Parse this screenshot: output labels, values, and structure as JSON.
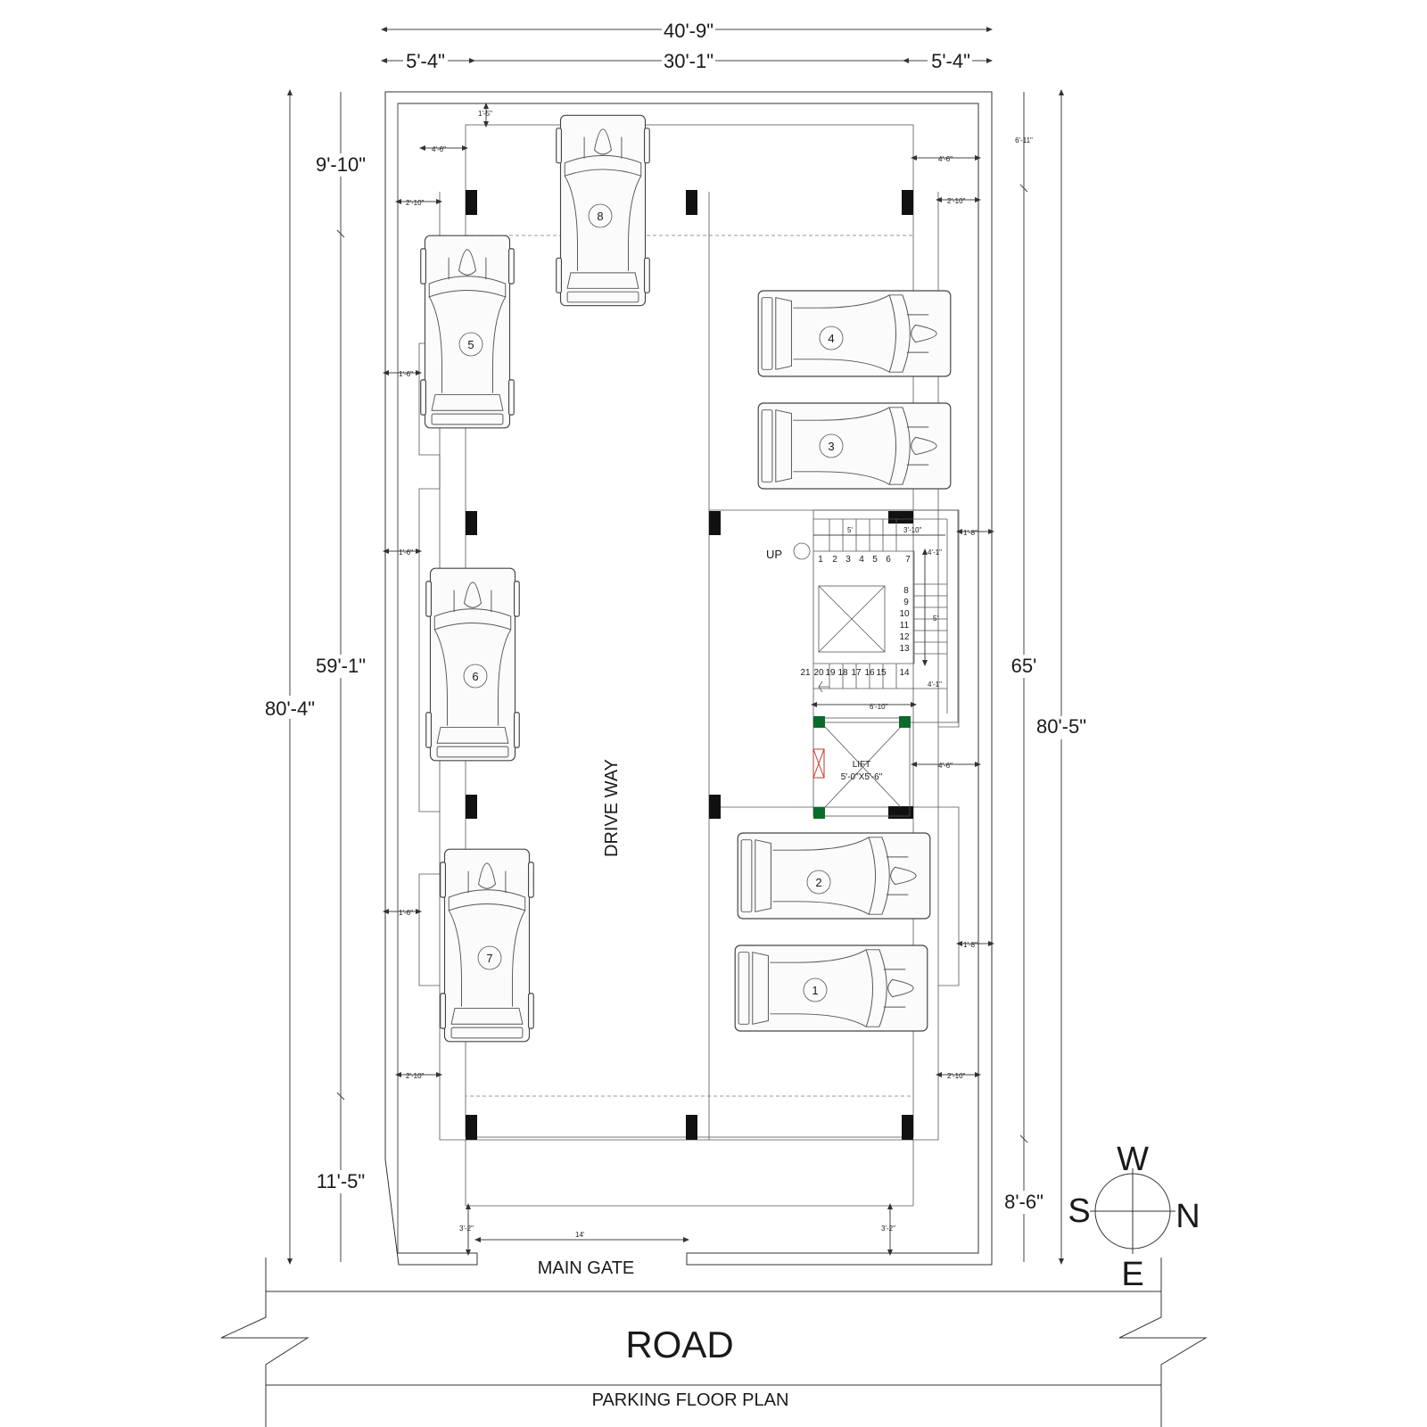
{
  "title": "PARKING FLOOR PLAN",
  "road": "ROAD",
  "main_gate": "MAIN GATE",
  "drive_way": "DRIVE WAY",
  "up": "UP",
  "lift": {
    "line1": "LIFT",
    "line2": "5'-0\"X5'-6\""
  },
  "dimensions": {
    "top_total": "40'-9\"",
    "top_left": "5'-4\"",
    "top_mid": "30'-1\"",
    "top_right": "5'-4\"",
    "left_top": "9'-10\"",
    "left_mid": "59'-1\"",
    "left_total": "80'-4\"",
    "left_bottom": "11'-5\"",
    "right_mid": "65'",
    "right_total": "80'-5\"",
    "right_bottom": "8'-6\"",
    "gate_width": "14'"
  },
  "small_dims": {
    "d1_5": "1'-5\"",
    "d4_6": "4'-6\"",
    "d6_11": "6'-11\"",
    "d2_10": "2'-10\"",
    "d1_6": "1'-6\"",
    "d1_8": "1'-8\"",
    "d5": "5'",
    "d3_10": "3'-10\"",
    "d4_1": "4'-1\"",
    "d6_10": "6'-10\"",
    "d3_2": "3'-2\""
  },
  "cars": [
    "1",
    "2",
    "3",
    "4",
    "5",
    "6",
    "7",
    "8"
  ],
  "stairs": {
    "top": [
      "1",
      "2",
      "3",
      "4",
      "5",
      "6",
      "7"
    ],
    "right": [
      "8",
      "9",
      "10",
      "11",
      "12",
      "13"
    ],
    "bottom": [
      "21",
      "20",
      "19",
      "18",
      "17",
      "16",
      "15",
      "14"
    ]
  },
  "compass": {
    "north": "N",
    "south": "S",
    "east": "E",
    "west": "W"
  },
  "colors": {
    "line": "#333333",
    "column": "#111111",
    "lift_column": "#0a6b2c"
  }
}
